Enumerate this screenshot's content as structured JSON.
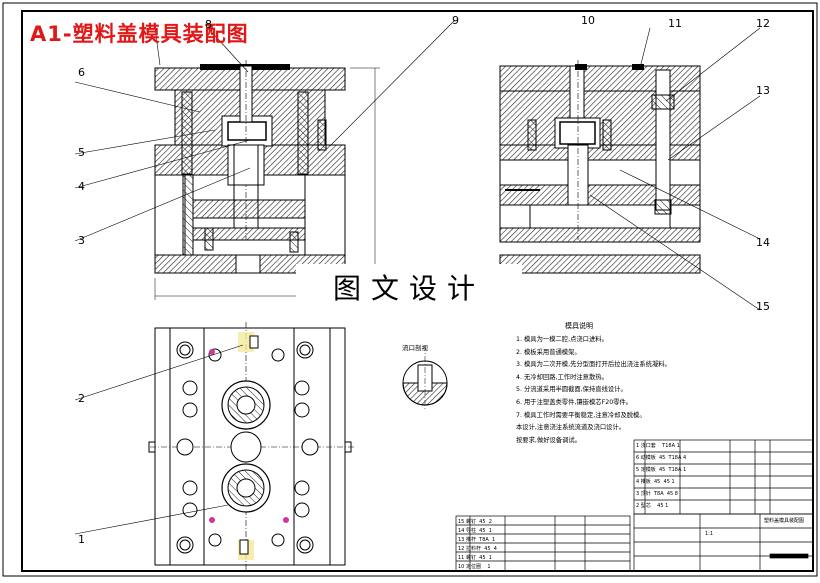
{
  "title": "A1-塑料盖模具装配图",
  "watermark": "图文设计",
  "part_numbers": [
    "1",
    "2",
    "3",
    "4",
    "5",
    "6",
    "8",
    "9",
    "10",
    "11",
    "12",
    "13",
    "14",
    "15"
  ],
  "section_label": "流口剖视",
  "notes": {
    "title": "模具说明",
    "items": [
      "1. 模具为一模二腔,点浇口进料。",
      "2. 模板采用普通模架。",
      "3. 模具为二次开模,先分型面打开后拉出浇注系统凝料。",
      "4. 无冷却回路,工作时注意散热。",
      "5. 分流道采用半圆截面,保持直线设计。",
      "6. 用于注塑盖类零件,镶嵌模芯F20零件。",
      "7. 模具工作时需要平衡稳定,注意冷却及脱模。",
      "   本设计,注意浇注系统流道及浇口设计。",
      "   按要求,做好设备调试。"
    ]
  },
  "title_block": {
    "upper_rows": [
      [
        "6",
        "动模板",
        "45",
        "T18A",
        "4"
      ],
      [
        "5",
        "定模板",
        "45",
        "T18A",
        "1"
      ],
      [
        "4",
        "推板",
        "45",
        "45",
        "1"
      ],
      [
        "3",
        "顶针",
        "T8A",
        "45",
        "8"
      ],
      [
        "2",
        "型芯",
        "",
        "45",
        "1"
      ],
      [
        "1",
        "浇口套",
        "",
        "T18A",
        "1"
      ]
    ],
    "lower_rows": [
      [
        "15",
        "螺钉",
        "45",
        "2"
      ],
      [
        "14",
        "导柱",
        "45",
        "1"
      ],
      [
        "13",
        "推杆",
        "T8A",
        "1"
      ],
      [
        "12",
        "拉料杆",
        "45",
        "4"
      ],
      [
        "11",
        "螺钉",
        "45",
        "1"
      ],
      [
        "10",
        "定位圈",
        "",
        "1"
      ]
    ],
    "scale": "1:1",
    "drawing_name": "塑料盖模具装配图"
  },
  "colors": {
    "title": "#e01818",
    "line": "#000000",
    "hatch": "#1a1a1a"
  }
}
